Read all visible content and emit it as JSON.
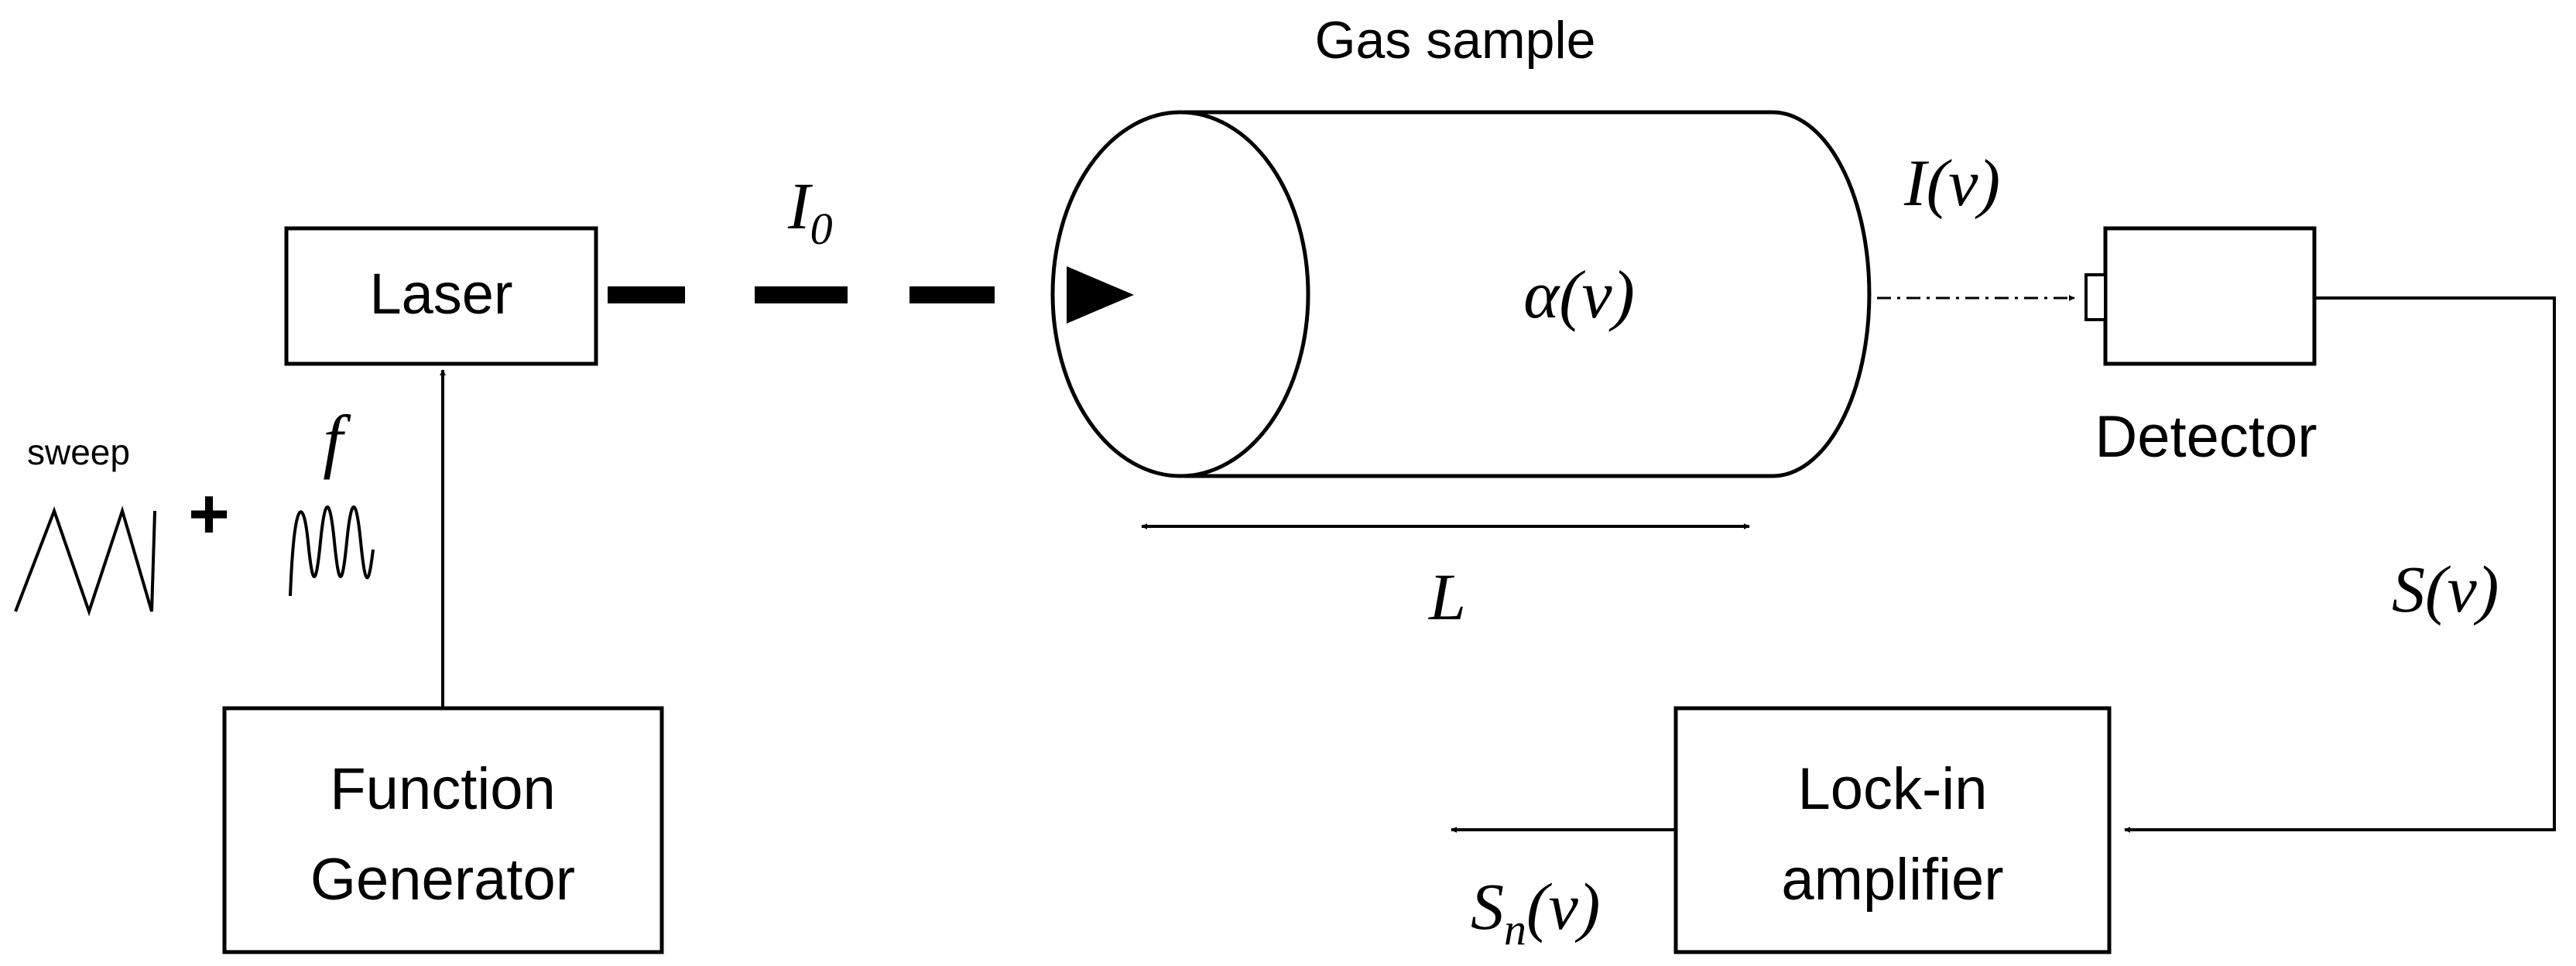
{
  "labels": {
    "gas_sample": "Gas sample",
    "laser": "Laser",
    "detector": "Detector",
    "function_generator_line1": "Function",
    "function_generator_line2": "Generator",
    "lockin_line1": "Lock-in",
    "lockin_line2": "amplifier",
    "sweep": "sweep",
    "plus": "+",
    "f": "f",
    "I0_base": "I",
    "I0_sub": "0",
    "I_nu": "I(v)",
    "alpha_nu": "α(v)",
    "L": "L",
    "S_nu": "S(v)",
    "Sn_base": "S",
    "Sn_sub": "n",
    "Sn_rest": "(v)"
  }
}
